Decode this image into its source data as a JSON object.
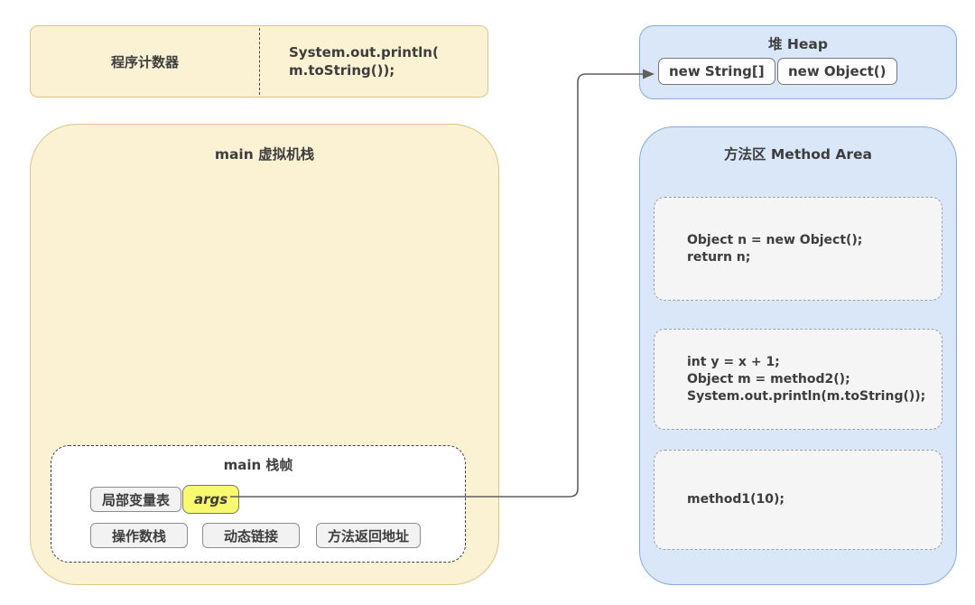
{
  "pc_box": {
    "label": "程序计数器",
    "code_line1": "System.out.println(",
    "code_line2": "m.toString());"
  },
  "vm_stack": {
    "title": "main 虚拟机栈",
    "stack_frame": {
      "title": "main 栈帧",
      "local_var_table": "局部变量表",
      "args": "args",
      "operand_stack": "操作数栈",
      "dynamic_link": "动态链接",
      "return_address": "方法返回地址"
    }
  },
  "heap": {
    "title": "堆 Heap",
    "objects": [
      "new String[]",
      "new Object()"
    ]
  },
  "method_area": {
    "title": "方法区 Method Area",
    "blocks": [
      {
        "lines": [
          "Object n = new Object();",
          "return n;"
        ]
      },
      {
        "lines": [
          "int y = x + 1;",
          "Object m = method2();",
          "System.out.println(m.toString());"
        ]
      },
      {
        "lines": [
          "method1(10);"
        ]
      }
    ]
  },
  "arrow": {
    "from": "args",
    "to": "new String[]"
  },
  "colors": {
    "yellow_fill": "#FBF1D3",
    "yellow_border": "#DFC485",
    "blue_fill": "#D9E7F9",
    "blue_border": "#85ABDB",
    "highlight_yellow": "#F8F96E",
    "chip_fill": "#F2F2F2",
    "code_block_fill": "#F5F5F6",
    "text": "#3D3D3D",
    "arrow": "#5f5f5f"
  }
}
